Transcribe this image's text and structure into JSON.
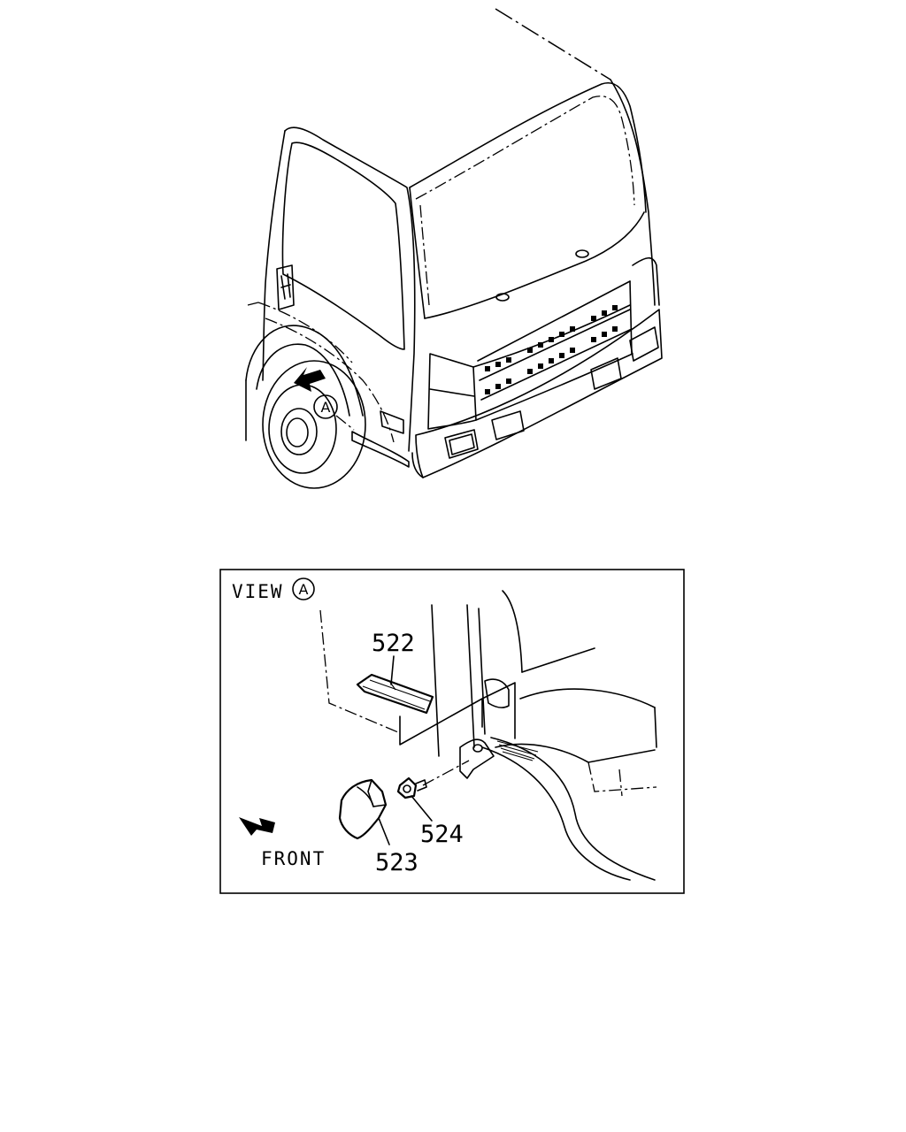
{
  "view_label": {
    "prefix": "VIEW",
    "letter": "A"
  },
  "callout_on_truck": "A",
  "front_label": "FRONT",
  "parts": [
    {
      "id": "522",
      "label": "522"
    },
    {
      "id": "523",
      "label": "523"
    },
    {
      "id": "524",
      "label": "524"
    }
  ]
}
